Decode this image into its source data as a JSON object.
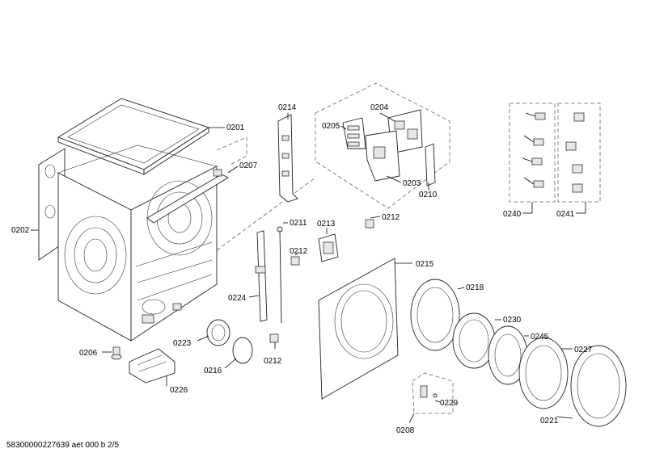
{
  "footer": "58300000227639 aet 000 b 2/5",
  "labels": {
    "p0201": "0201",
    "p0202": "0202",
    "p0203": "0203",
    "p0204": "0204",
    "p0205": "0205",
    "p0206": "0206",
    "p0207": "0207",
    "p0208": "0208",
    "p0210": "0210",
    "p0211": "0211",
    "p0212a": "0212",
    "p0212b": "0212",
    "p0212c": "0212",
    "p0213": "0213",
    "p0214": "0214",
    "p0215": "0215",
    "p0216": "0216",
    "p0218": "0218",
    "p0221": "0221",
    "p0223": "0223",
    "p0224": "0224",
    "p0226": "0226",
    "p0227": "0227",
    "p0229": "0229",
    "p0230": "0230",
    "p0240": "0240",
    "p0241": "0241",
    "p0245": "0245"
  }
}
